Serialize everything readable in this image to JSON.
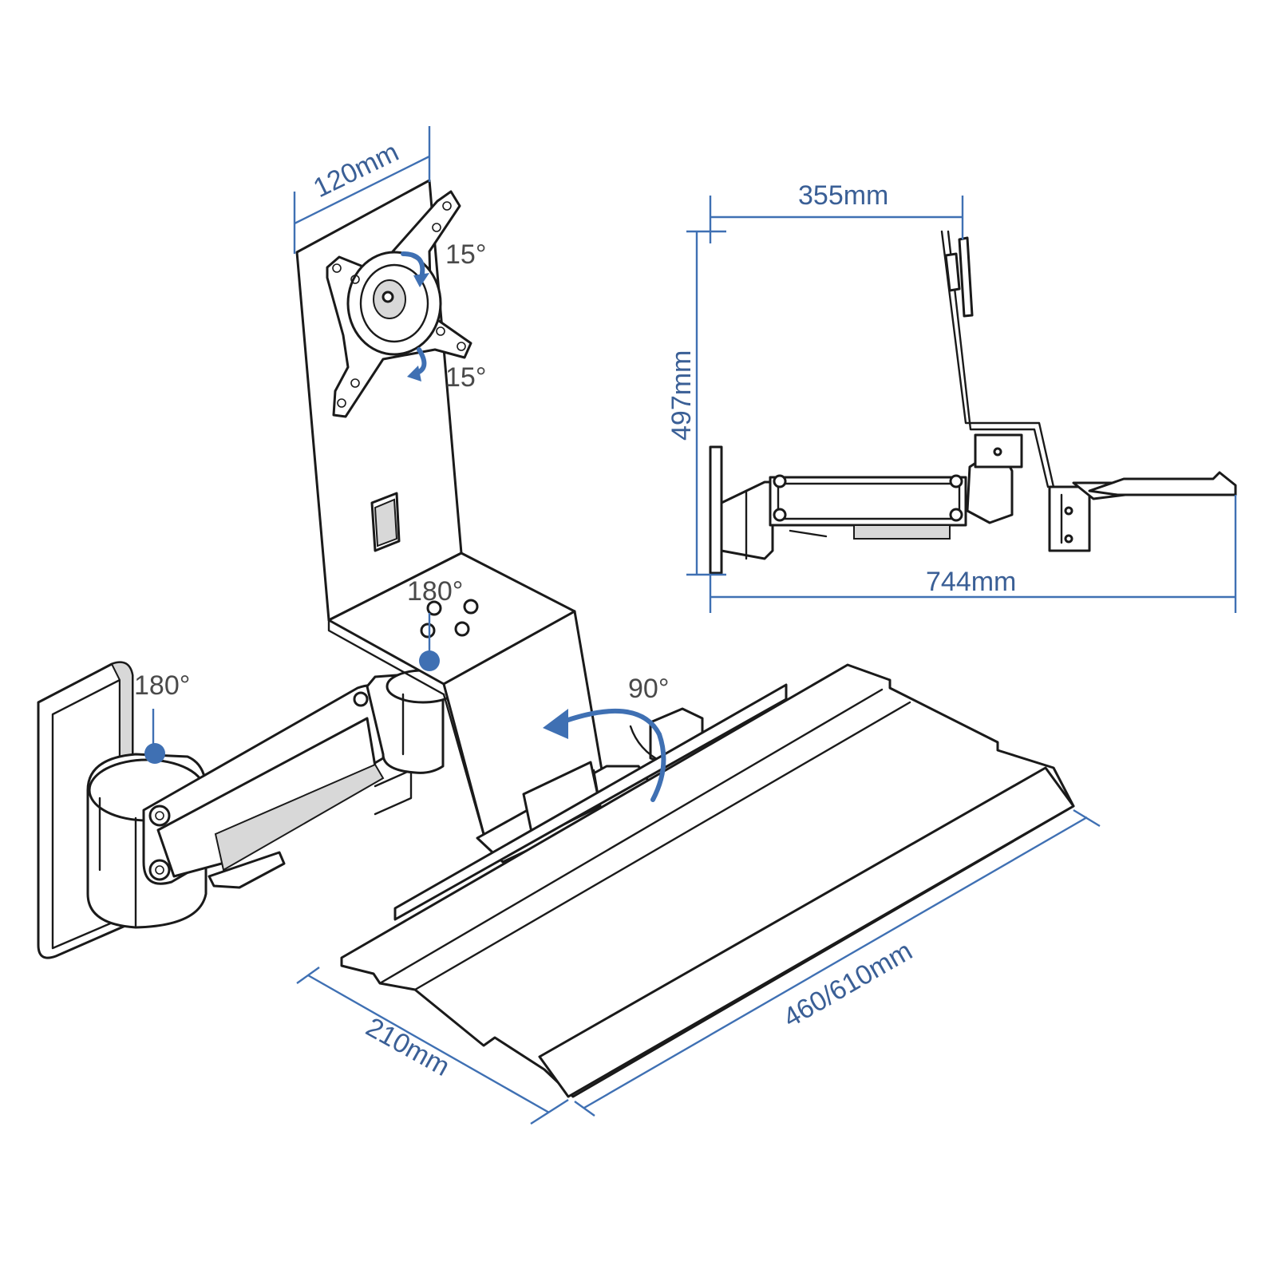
{
  "dimensions": {
    "width_vesa": "120mm",
    "depth_side": "355mm",
    "height_side": "497mm",
    "length_side": "744mm",
    "tray_depth": "210mm",
    "tray_width": "460/610mm"
  },
  "angles": {
    "tilt_up": "15°",
    "tilt_down": "15°",
    "swivel_mount": "180°",
    "swivel_wall": "180°",
    "keyboard_rotation": "90°"
  },
  "colors": {
    "accent": "#3f70b3",
    "line": "#1a1a1a"
  }
}
